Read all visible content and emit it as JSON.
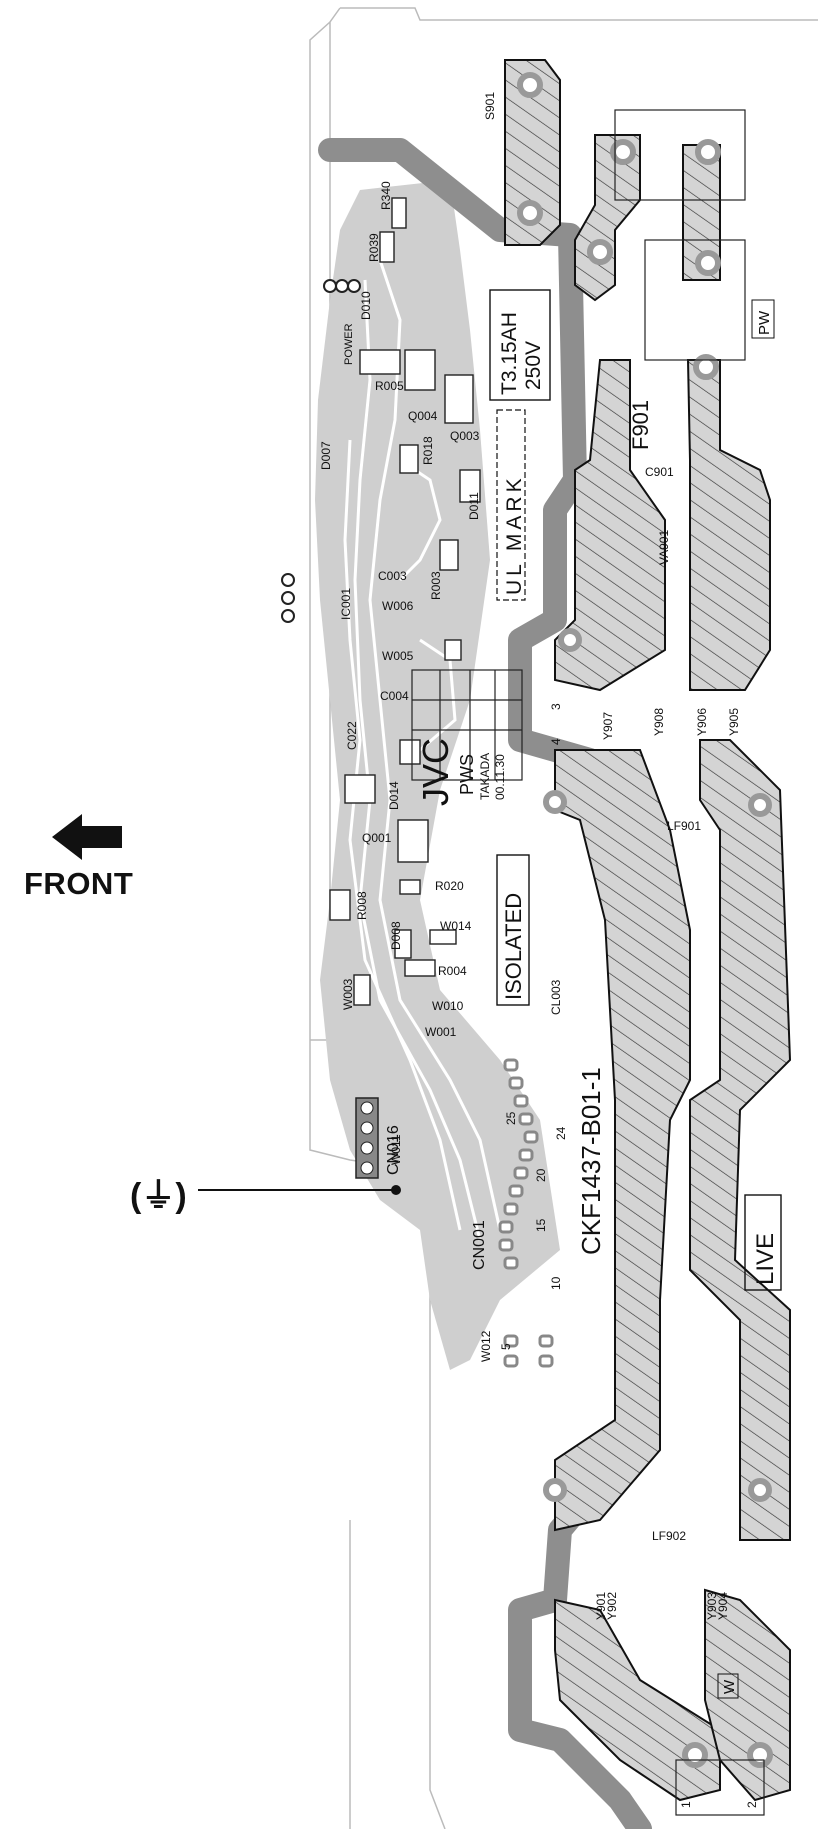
{
  "side": {
    "front_label": "FRONT",
    "ground_label": "(⏚)"
  },
  "board": {
    "part_number": "CKF1437-B01-1",
    "brand": "JVC",
    "stamp": [
      "PWS",
      "TAKADA",
      "00.11.30"
    ],
    "fuse_rating": [
      "T3.15AH",
      "250V"
    ],
    "ul_mark": "UL MARK",
    "isolated": "ISOLATED",
    "live": "LIVE",
    "connectors": {
      "cn016": "CN016",
      "cn001": "CN001",
      "pw": "PW",
      "w": "W"
    },
    "fuse_ref": "F901",
    "power_label": "POWER",
    "refs": [
      "S901",
      "R340",
      "R039",
      "D010",
      "R005",
      "Q004",
      "Q003",
      "R018",
      "D007",
      "D011",
      "C901",
      "VA901",
      "C003",
      "IC001",
      "R003",
      "W006",
      "W005",
      "C004",
      "C022",
      "D014",
      "Q001",
      "R020",
      "R008",
      "D008",
      "W014",
      "R004",
      "W003",
      "W010",
      "W001",
      "CL003",
      "W011",
      "W012",
      "Y907",
      "Y908",
      "Y906",
      "Y905",
      "LF901",
      "LF902",
      "Y901",
      "Y902",
      "Y903",
      "Y904"
    ],
    "pin_numbers": [
      "1",
      "2",
      "3",
      "4",
      "5",
      "10",
      "15",
      "20",
      "24",
      "25"
    ]
  }
}
